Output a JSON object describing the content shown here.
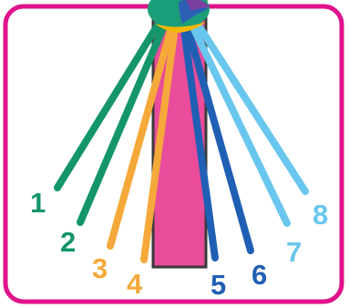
{
  "diagram": {
    "colors": {
      "frame": "#e0138c",
      "background": "#ffffff",
      "pocket_fill": "#e84c9a",
      "pocket_outline": "#3a3a3a",
      "hub_green": "#1a9e7a",
      "hub_blue": "#2c5fb3",
      "hub_purple": "#7b3fa0",
      "hub_yellow": "#f5b800"
    },
    "strands": [
      {
        "label": "1",
        "color": "#14956b",
        "icon": "green-strand"
      },
      {
        "label": "2",
        "color": "#14956b",
        "icon": "green-strand"
      },
      {
        "label": "3",
        "color": "#f4a93a",
        "icon": "orange-strand"
      },
      {
        "label": "4",
        "color": "#f4a93a",
        "icon": "orange-strand"
      },
      {
        "label": "5",
        "color": "#1f5fb4",
        "icon": "blue-strand"
      },
      {
        "label": "6",
        "color": "#1f5fb4",
        "icon": "blue-strand"
      },
      {
        "label": "7",
        "color": "#69c6ee",
        "icon": "light-blue-strand"
      },
      {
        "label": "8",
        "color": "#69c6ee",
        "icon": "light-blue-strand"
      }
    ]
  }
}
